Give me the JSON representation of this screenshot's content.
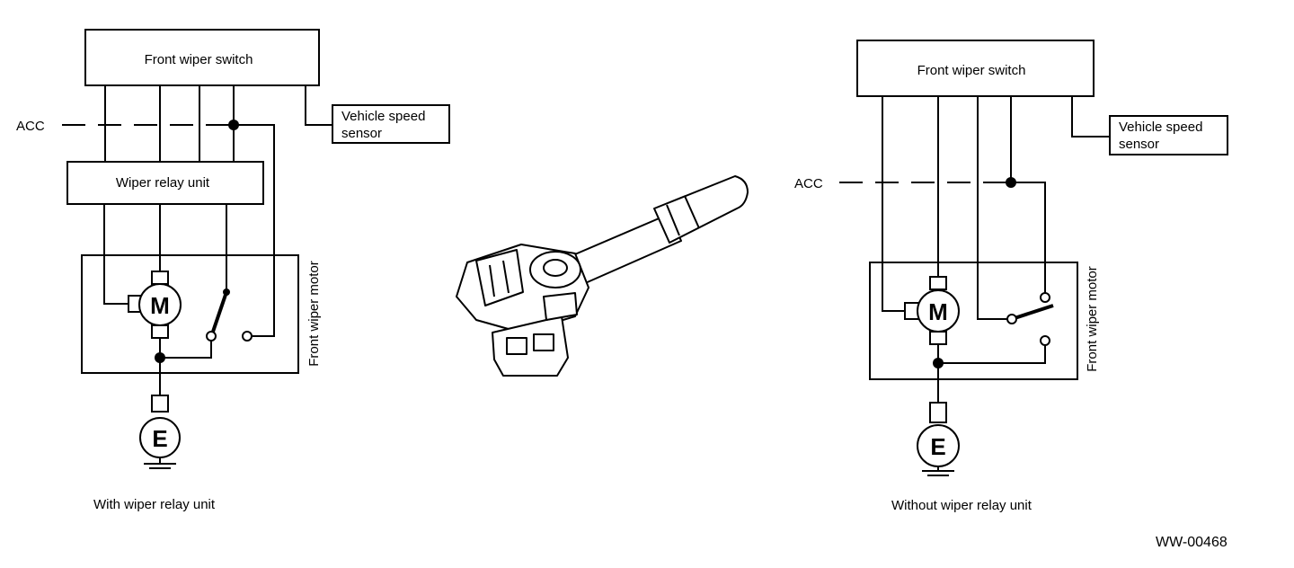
{
  "left_diagram": {
    "switch_label": "Front wiper switch",
    "sensor_label_line1": "Vehicle speed",
    "sensor_label_line2": "sensor",
    "acc_label": "ACC",
    "relay_label": "Wiper relay unit",
    "motor_label": "Front wiper motor",
    "motor_symbol": "M",
    "ground_symbol": "E",
    "caption": "With wiper relay unit"
  },
  "right_diagram": {
    "switch_label": "Front wiper switch",
    "sensor_label_line1": "Vehicle speed",
    "sensor_label_line2": "sensor",
    "acc_label": "ACC",
    "motor_label": "Front wiper motor",
    "motor_symbol": "M",
    "ground_symbol": "E",
    "caption": "Without wiper relay unit"
  },
  "center_illustration": {
    "icon": "wiper-combination-switch-illustration"
  },
  "figure_code": "WW-00468"
}
